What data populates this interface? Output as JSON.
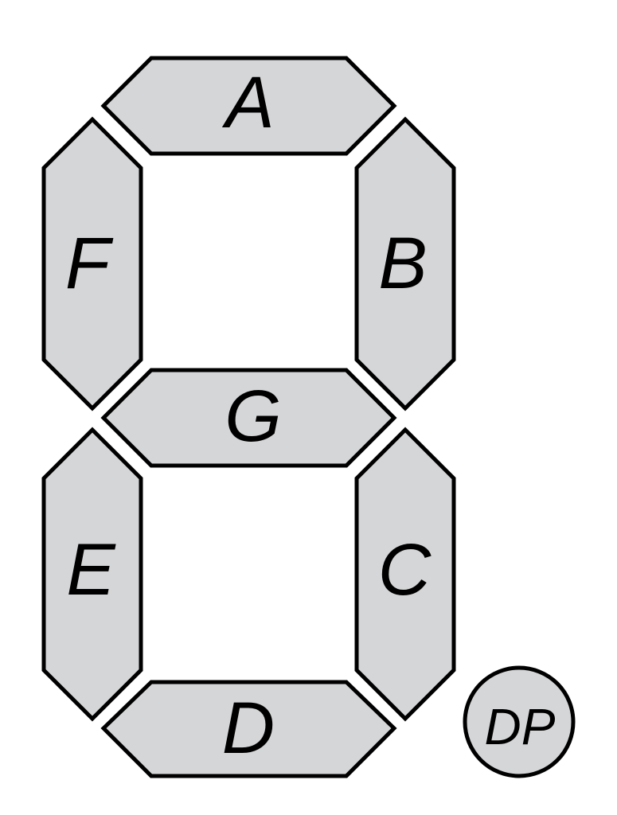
{
  "display": {
    "fill_color": "#d5d6d8",
    "stroke_color": "#000000",
    "segments": {
      "a": "A",
      "b": "B",
      "c": "C",
      "d": "D",
      "e": "E",
      "f": "F",
      "g": "G",
      "dp": "DP"
    }
  }
}
